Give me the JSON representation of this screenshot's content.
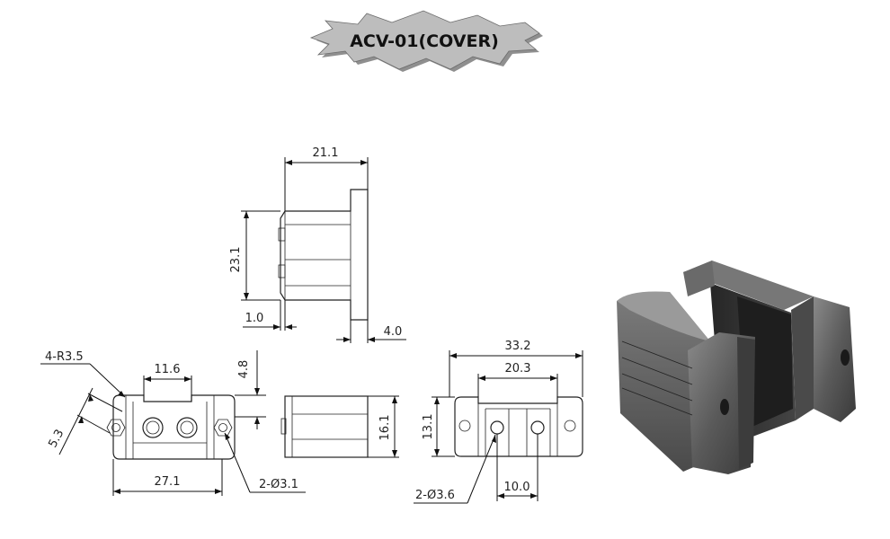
{
  "title": "ACV-01(COVER)",
  "colors": {
    "badge_fill": "#bdbdbd",
    "badge_shadow": "#8f8f8f",
    "line": "#222222",
    "part_body": "#5a5a5a",
    "part_dark": "#2f2f2f",
    "part_light": "#8a8a8a"
  },
  "dimensions": {
    "side_width": "21.1",
    "side_height": "23.1",
    "side_lip": "1.0",
    "side_flange": "4.0",
    "front_radius": "4-R3.5",
    "front_slot": "11.6",
    "front_depth": "4.8",
    "front_offset": "5.3",
    "front_width": "27.1",
    "front_holes": "2-Ø3.1",
    "mid_height": "16.1",
    "top_total": "33.2",
    "top_inner": "20.3",
    "top_height": "13.1",
    "top_pitch": "10.0",
    "top_holes": "2-Ø3.6"
  }
}
